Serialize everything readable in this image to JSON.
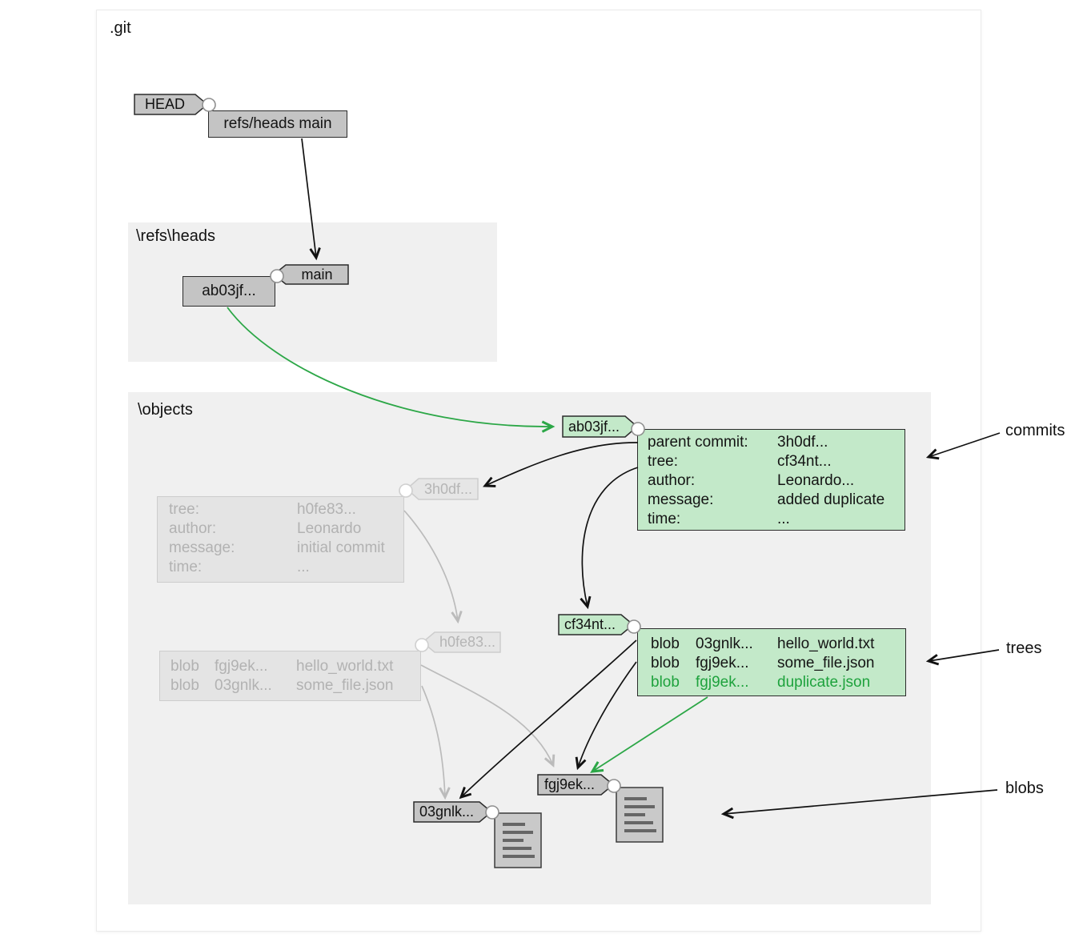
{
  "root_label": ".git",
  "head": {
    "tag": "HEAD",
    "ref_box": "refs/heads main"
  },
  "refs_section": {
    "label": "\\refs\\heads",
    "branch_tag": "main",
    "hash_box": "ab03jf..."
  },
  "objects_section": {
    "label": "\\objects",
    "commit_new": {
      "tag": "ab03jf...",
      "rows": [
        {
          "k": "parent commit:",
          "v": "3h0df..."
        },
        {
          "k": "tree:",
          "v": "cf34nt..."
        },
        {
          "k": "author:",
          "v": "Leonardo..."
        },
        {
          "k": "message:",
          "v": "added duplicate"
        },
        {
          "k": "time:",
          "v": "..."
        }
      ]
    },
    "commit_old": {
      "tag": "3h0df...",
      "rows": [
        {
          "k": "tree:",
          "v": "h0fe83..."
        },
        {
          "k": "author:",
          "v": "Leonardo"
        },
        {
          "k": "message:",
          "v": "initial commit"
        },
        {
          "k": "time:",
          "v": "..."
        }
      ]
    },
    "tree_new": {
      "tag": "cf34nt...",
      "rows": [
        {
          "type": "blob",
          "hash": "03gnlk...",
          "file": "hello_world.txt"
        },
        {
          "type": "blob",
          "hash": "fgj9ek...",
          "file": "some_file.json"
        },
        {
          "type": "blob",
          "hash": "fgj9ek...",
          "file": "duplicate.json"
        }
      ]
    },
    "tree_old": {
      "tag": "h0fe83...",
      "rows": [
        {
          "type": "blob",
          "hash": "fgj9ek...",
          "file": "hello_world.txt"
        },
        {
          "type": "blob",
          "hash": "03gnlk...",
          "file": "some_file.json"
        }
      ]
    },
    "blob_fgj9ek_tag": "fgj9ek...",
    "blob_03gnlk_tag": "03gnlk..."
  },
  "annotations": {
    "commits": "commits",
    "trees": "trees",
    "blobs": "blobs"
  },
  "colors": {
    "accent_green_fill": "#c3e9c9",
    "accent_green_text": "#1ea23d",
    "accent_green_arrow": "#2ca747",
    "gray_fill": "#c4c4c4",
    "faded_fill": "#e4e4e4",
    "faded_text": "#b2b2b2",
    "section_bg": "#f0f0f0",
    "arrow_black": "#111111",
    "arrow_gray": "#bbbbbb"
  }
}
